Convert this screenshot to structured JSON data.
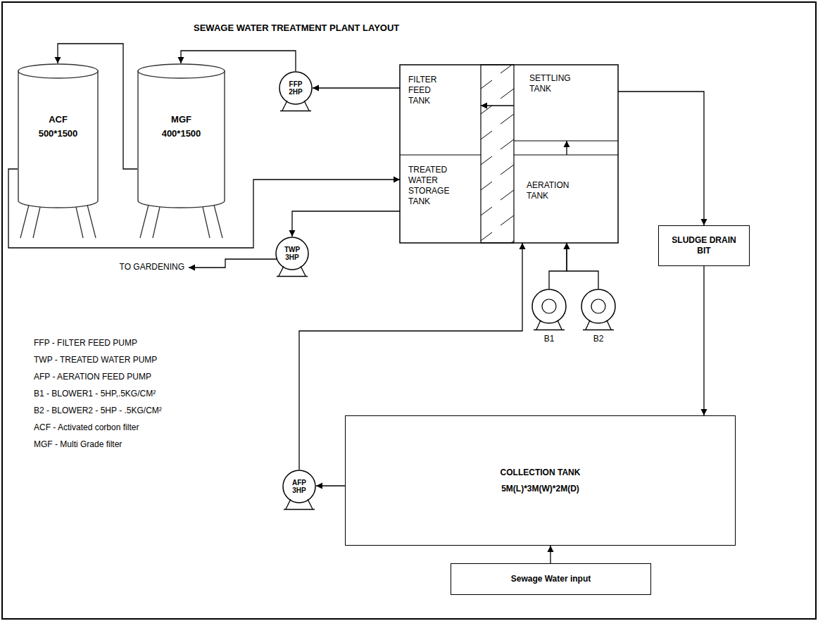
{
  "diagram": {
    "title": "SEWAGE WATER TREATMENT PLANT LAYOUT",
    "nodes": [
      {
        "text": [
          "ACF",
          "500*1500"
        ]
      },
      {
        "text": [
          "MGF",
          "400*1500"
        ]
      },
      {
        "text": [
          "FFP 2HP"
        ]
      },
      {
        "text": [
          "FILTER FEED TANK"
        ]
      },
      {
        "text": [
          "SETTLING TANK"
        ]
      },
      {
        "text": [
          "TREATED WATER STORAGE TANK"
        ]
      },
      {
        "text": [
          "AERATION TANK"
        ]
      },
      {
        "text": [
          "TWP 3HP"
        ]
      },
      {
        "text": [
          "SLUDGE DRAIN BIT"
        ]
      },
      {
        "text": [
          "B1"
        ]
      },
      {
        "text": [
          "B2"
        ]
      },
      {
        "text": [
          "AFP 3HP"
        ]
      },
      {
        "text": [
          "COLLECTION TANK",
          "5M(L)*3M(W)*2M(D)"
        ]
      },
      {
        "text": [
          "Sewage Water input"
        ]
      }
    ],
    "edges": [
      {
        "from": 13,
        "to": 12,
        "arrow": "to"
      },
      {
        "from": 12,
        "to": 11,
        "arrow": "to"
      },
      {
        "from": 11,
        "to": 6,
        "arrow": "to"
      },
      {
        "from": 9,
        "to": 6,
        "arrow": "to"
      },
      {
        "from": 10,
        "to": 6,
        "arrow": "to"
      },
      {
        "from": 6,
        "to": 4,
        "arrow": "to"
      },
      {
        "from": 4,
        "to": 3,
        "arrow": "to"
      },
      {
        "from": 3,
        "to": 2,
        "arrow": "to"
      },
      {
        "from": 2,
        "to": 1,
        "arrow": "to"
      },
      {
        "from": 1,
        "to": 0,
        "arrow": "to"
      },
      {
        "from": 0,
        "to": 5,
        "arrow": "to"
      },
      {
        "from": 5,
        "to": 7,
        "arrow": "to"
      },
      {
        "from": 4,
        "to": 8,
        "arrow": "to"
      },
      {
        "from": 8,
        "to": 12,
        "arrow": "to"
      }
    ],
    "labels": [
      "TO GARDENING",
      "FFP - FILTER FEED PUMP",
      "TWP - TREATED WATER PUMP",
      "AFP - AERATION FEED PUMP",
      "B1 - BLOWER1 - 5HP,.5KG/CM²",
      "B2 - BLOWER2 - 5HP - .5KG/CM²",
      "ACF - Activated corbon filter",
      "MGF - Multi Grade filter"
    ]
  }
}
